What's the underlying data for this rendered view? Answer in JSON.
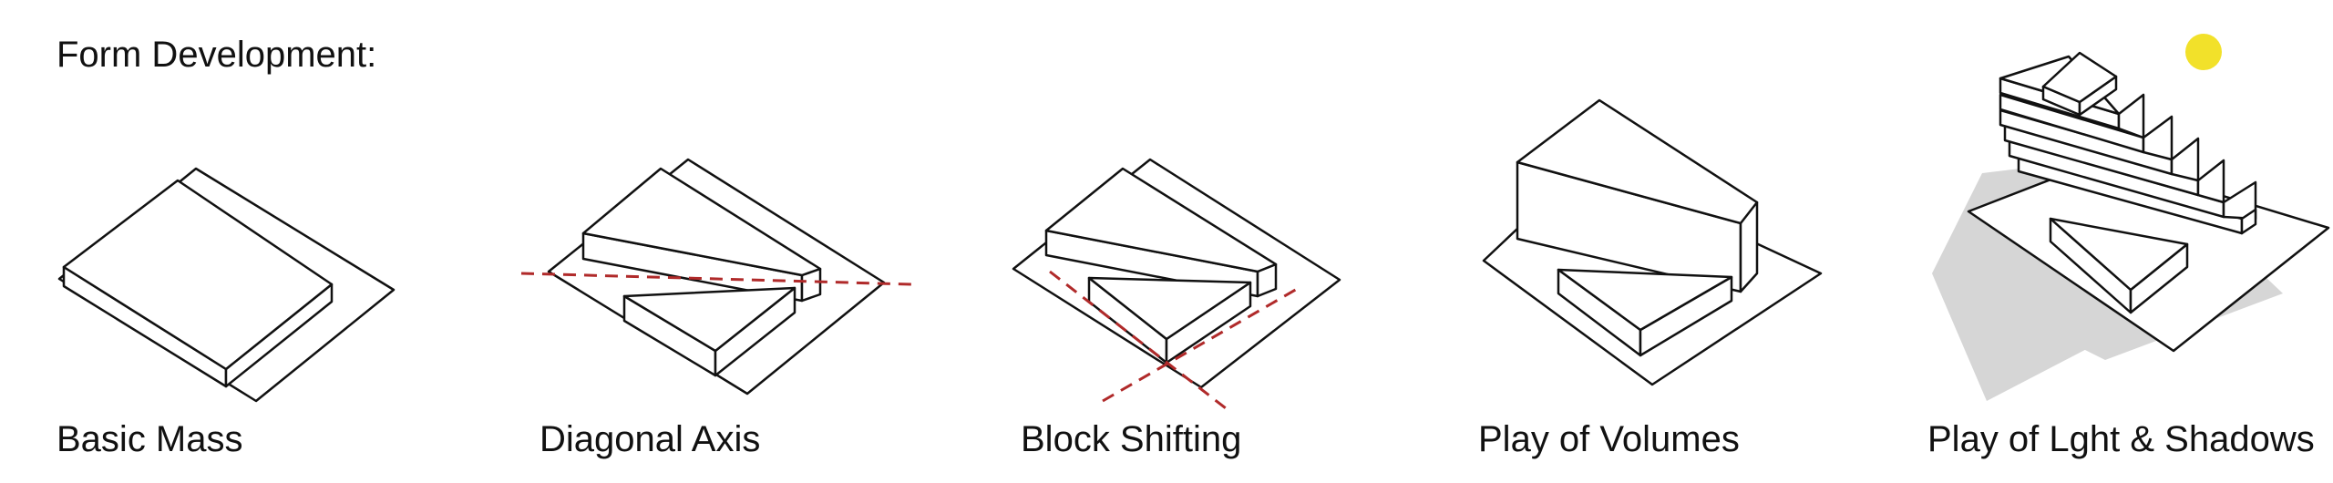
{
  "page": {
    "title": "Form Development:",
    "steps": [
      {
        "label": "Basic Mass"
      },
      {
        "label": "Diagonal Axis"
      },
      {
        "label": "Block Shifting"
      },
      {
        "label": "Play of Volumes"
      },
      {
        "label": "Play of Lght & Shadows"
      }
    ]
  },
  "colors": {
    "line": "#111111",
    "axis": "#b02a2a",
    "sun": "#f2e12a",
    "shadow": "#d6d6d6"
  }
}
